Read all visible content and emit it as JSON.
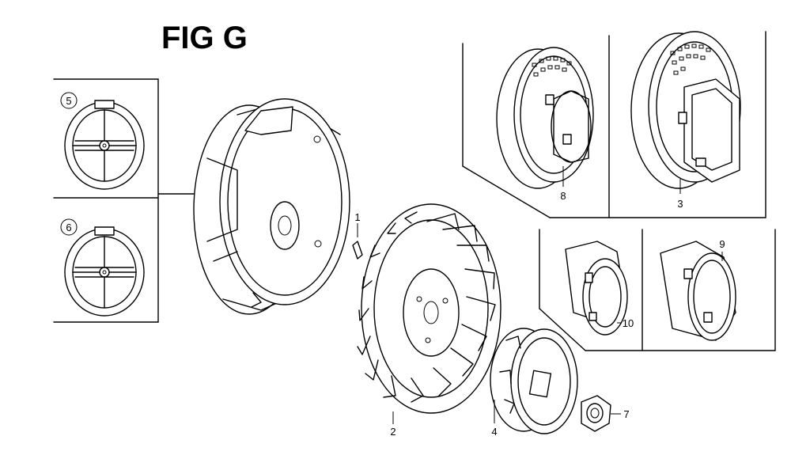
{
  "figure": {
    "title": "FIG G"
  },
  "callouts": {
    "p1": "1",
    "p2": "2",
    "p3": "3",
    "p4": "4",
    "p5": "5",
    "p6": "6",
    "p7": "7",
    "p8": "8",
    "p9": "9",
    "p10": "10"
  }
}
